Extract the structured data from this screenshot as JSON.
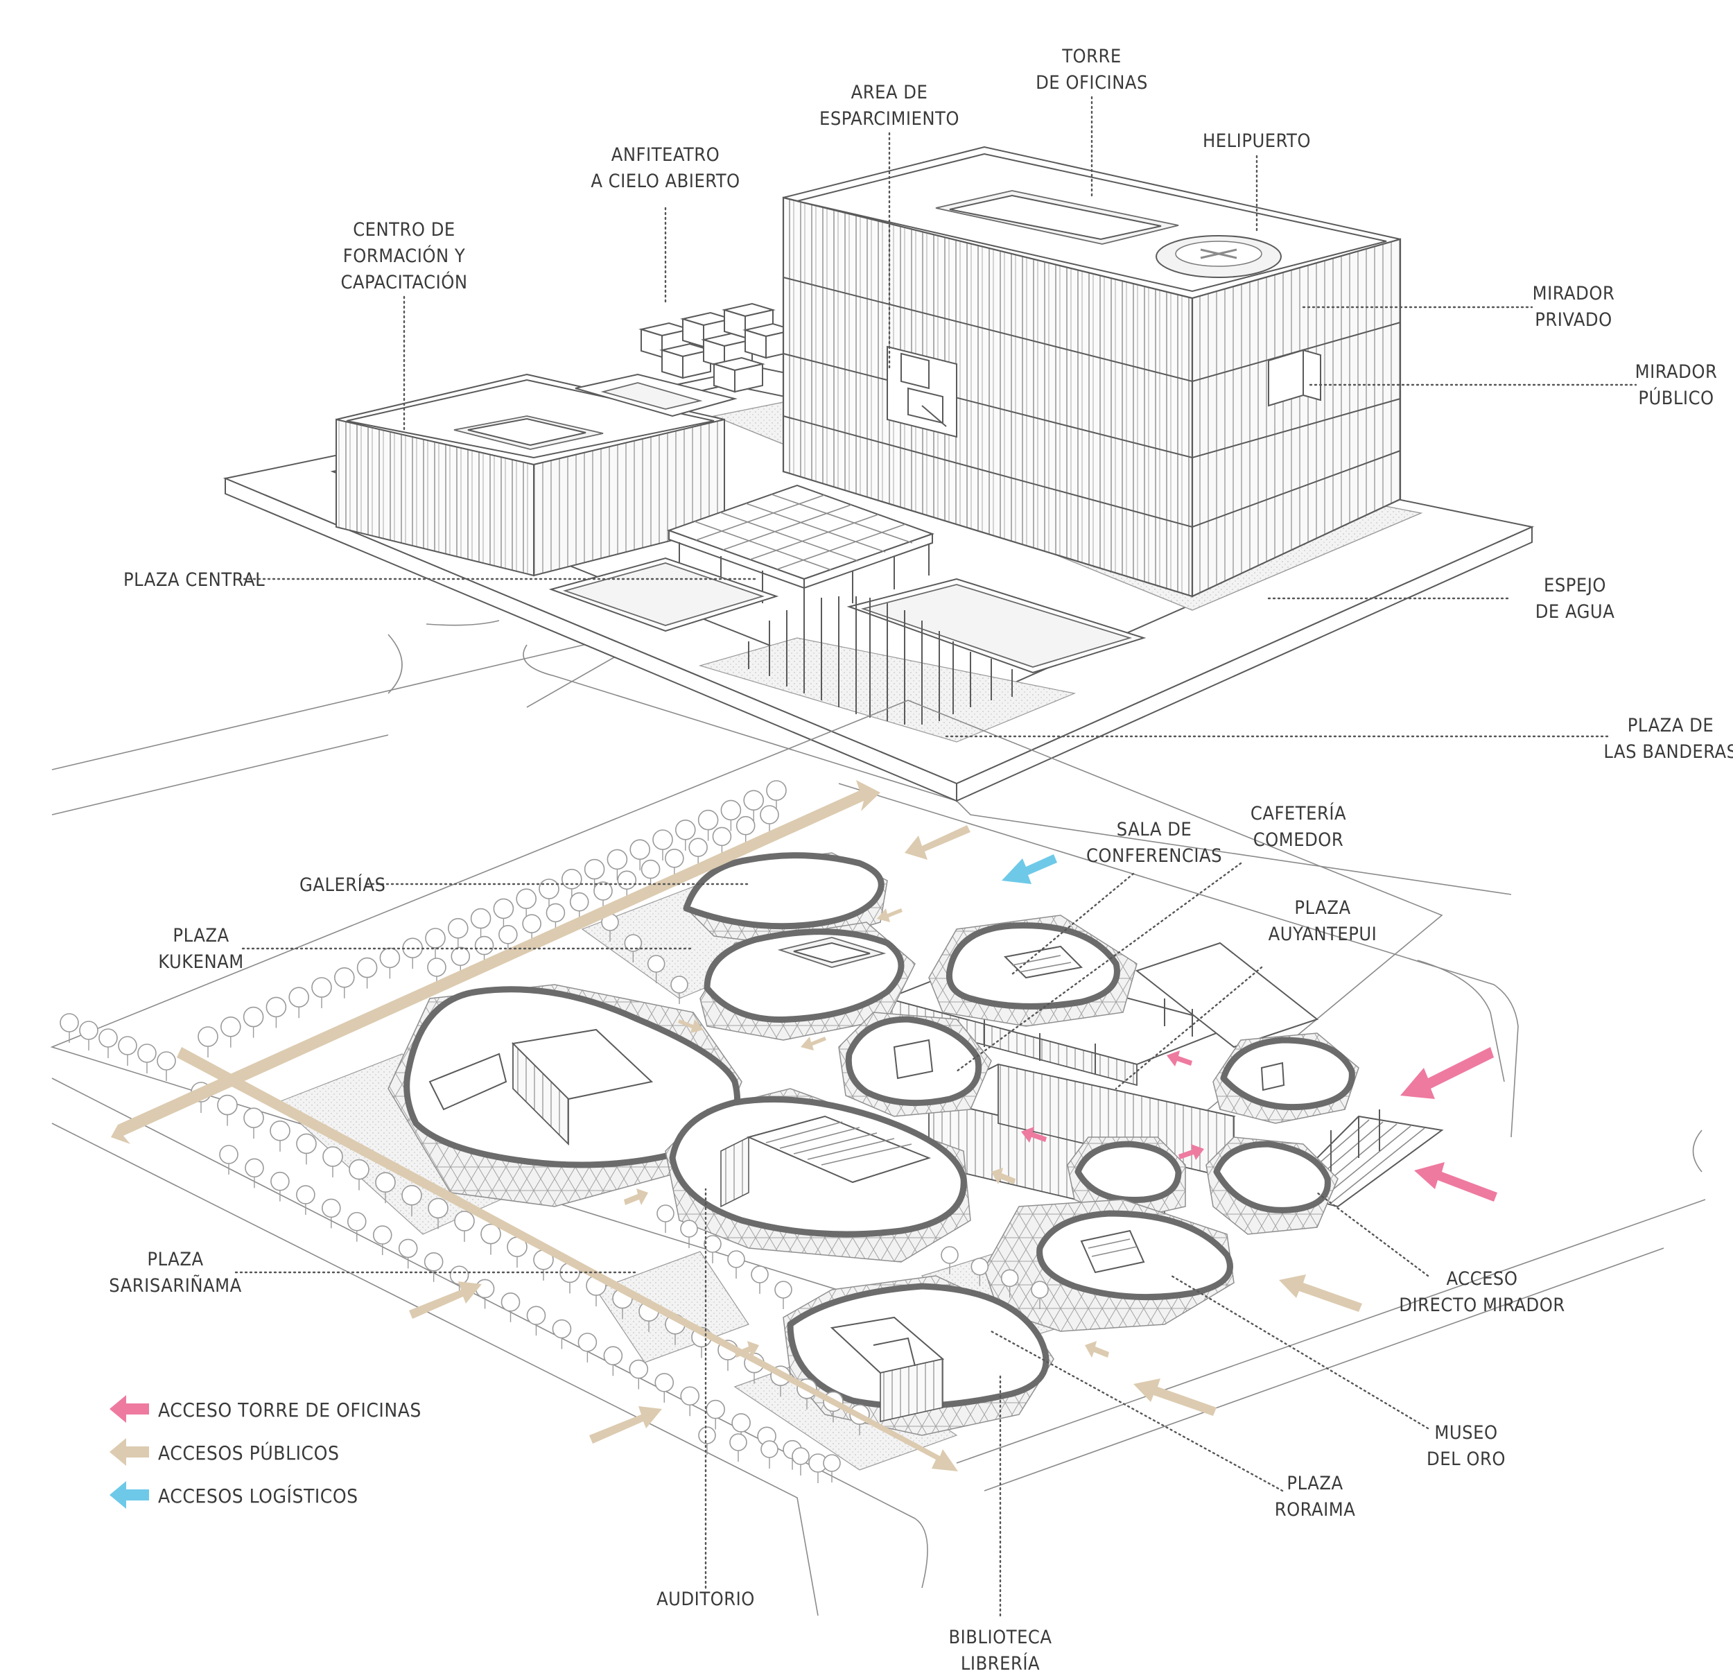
{
  "labels": {
    "torre_oficinas": [
      "TORRE",
      "DE OFICINAS"
    ],
    "area_esparcimiento": [
      "AREA DE",
      "ESPARCIMIENTO"
    ],
    "anfiteatro": [
      "ANFITEATRO",
      "A CIELO ABIERTO"
    ],
    "centro_formacion": [
      "CENTRO DE",
      "FORMACIÓN Y",
      "CAPACITACIÓN"
    ],
    "helipuerto": [
      "HELIPUERTO"
    ],
    "mirador_privado": [
      "MIRADOR",
      "PRIVADO"
    ],
    "mirador_publico": [
      "MIRADOR",
      "PÚBLICO"
    ],
    "plaza_central": [
      "PLAZA CENTRAL"
    ],
    "espejo_agua": [
      "ESPEJO",
      "DE AGUA"
    ],
    "plaza_banderas": [
      "PLAZA DE",
      "LAS BANDERAS"
    ],
    "sala_conferencias": [
      "SALA DE",
      "CONFERENCIAS"
    ],
    "cafeteria": [
      "CAFETERÍA",
      "COMEDOR"
    ],
    "galerias": [
      "GALERÍAS"
    ],
    "plaza_kukenam": [
      "PLAZA",
      "KUKENAM"
    ],
    "plaza_auyantepui": [
      "PLAZA",
      "AUYANTEPUI"
    ],
    "plaza_sarisarinama": [
      "PLAZA",
      "SARISARIÑAMA"
    ],
    "acceso_mirador": [
      "ACCESO",
      "DIRECTO MIRADOR"
    ],
    "museo_oro": [
      "MUSEO",
      "DEL ORO"
    ],
    "plaza_roraima": [
      "PLAZA",
      "RORAIMA"
    ],
    "auditorio": [
      "AUDITORIO"
    ],
    "biblioteca": [
      "BIBLIOTECA",
      "LIBRERÍA"
    ]
  },
  "legend": [
    {
      "label": "ACCESO TORRE DE OFICINAS",
      "color": "#ee7aa0"
    },
    {
      "label": "ACCESOS PÚBLICOS",
      "color": "#dccbb0"
    },
    {
      "label": "ACCESOS LOGÍSTICOS",
      "color": "#6ec9e8"
    }
  ],
  "colors": {
    "pink": "#ee7aa0",
    "beige": "#dccbb0",
    "blue": "#6ec9e8"
  }
}
